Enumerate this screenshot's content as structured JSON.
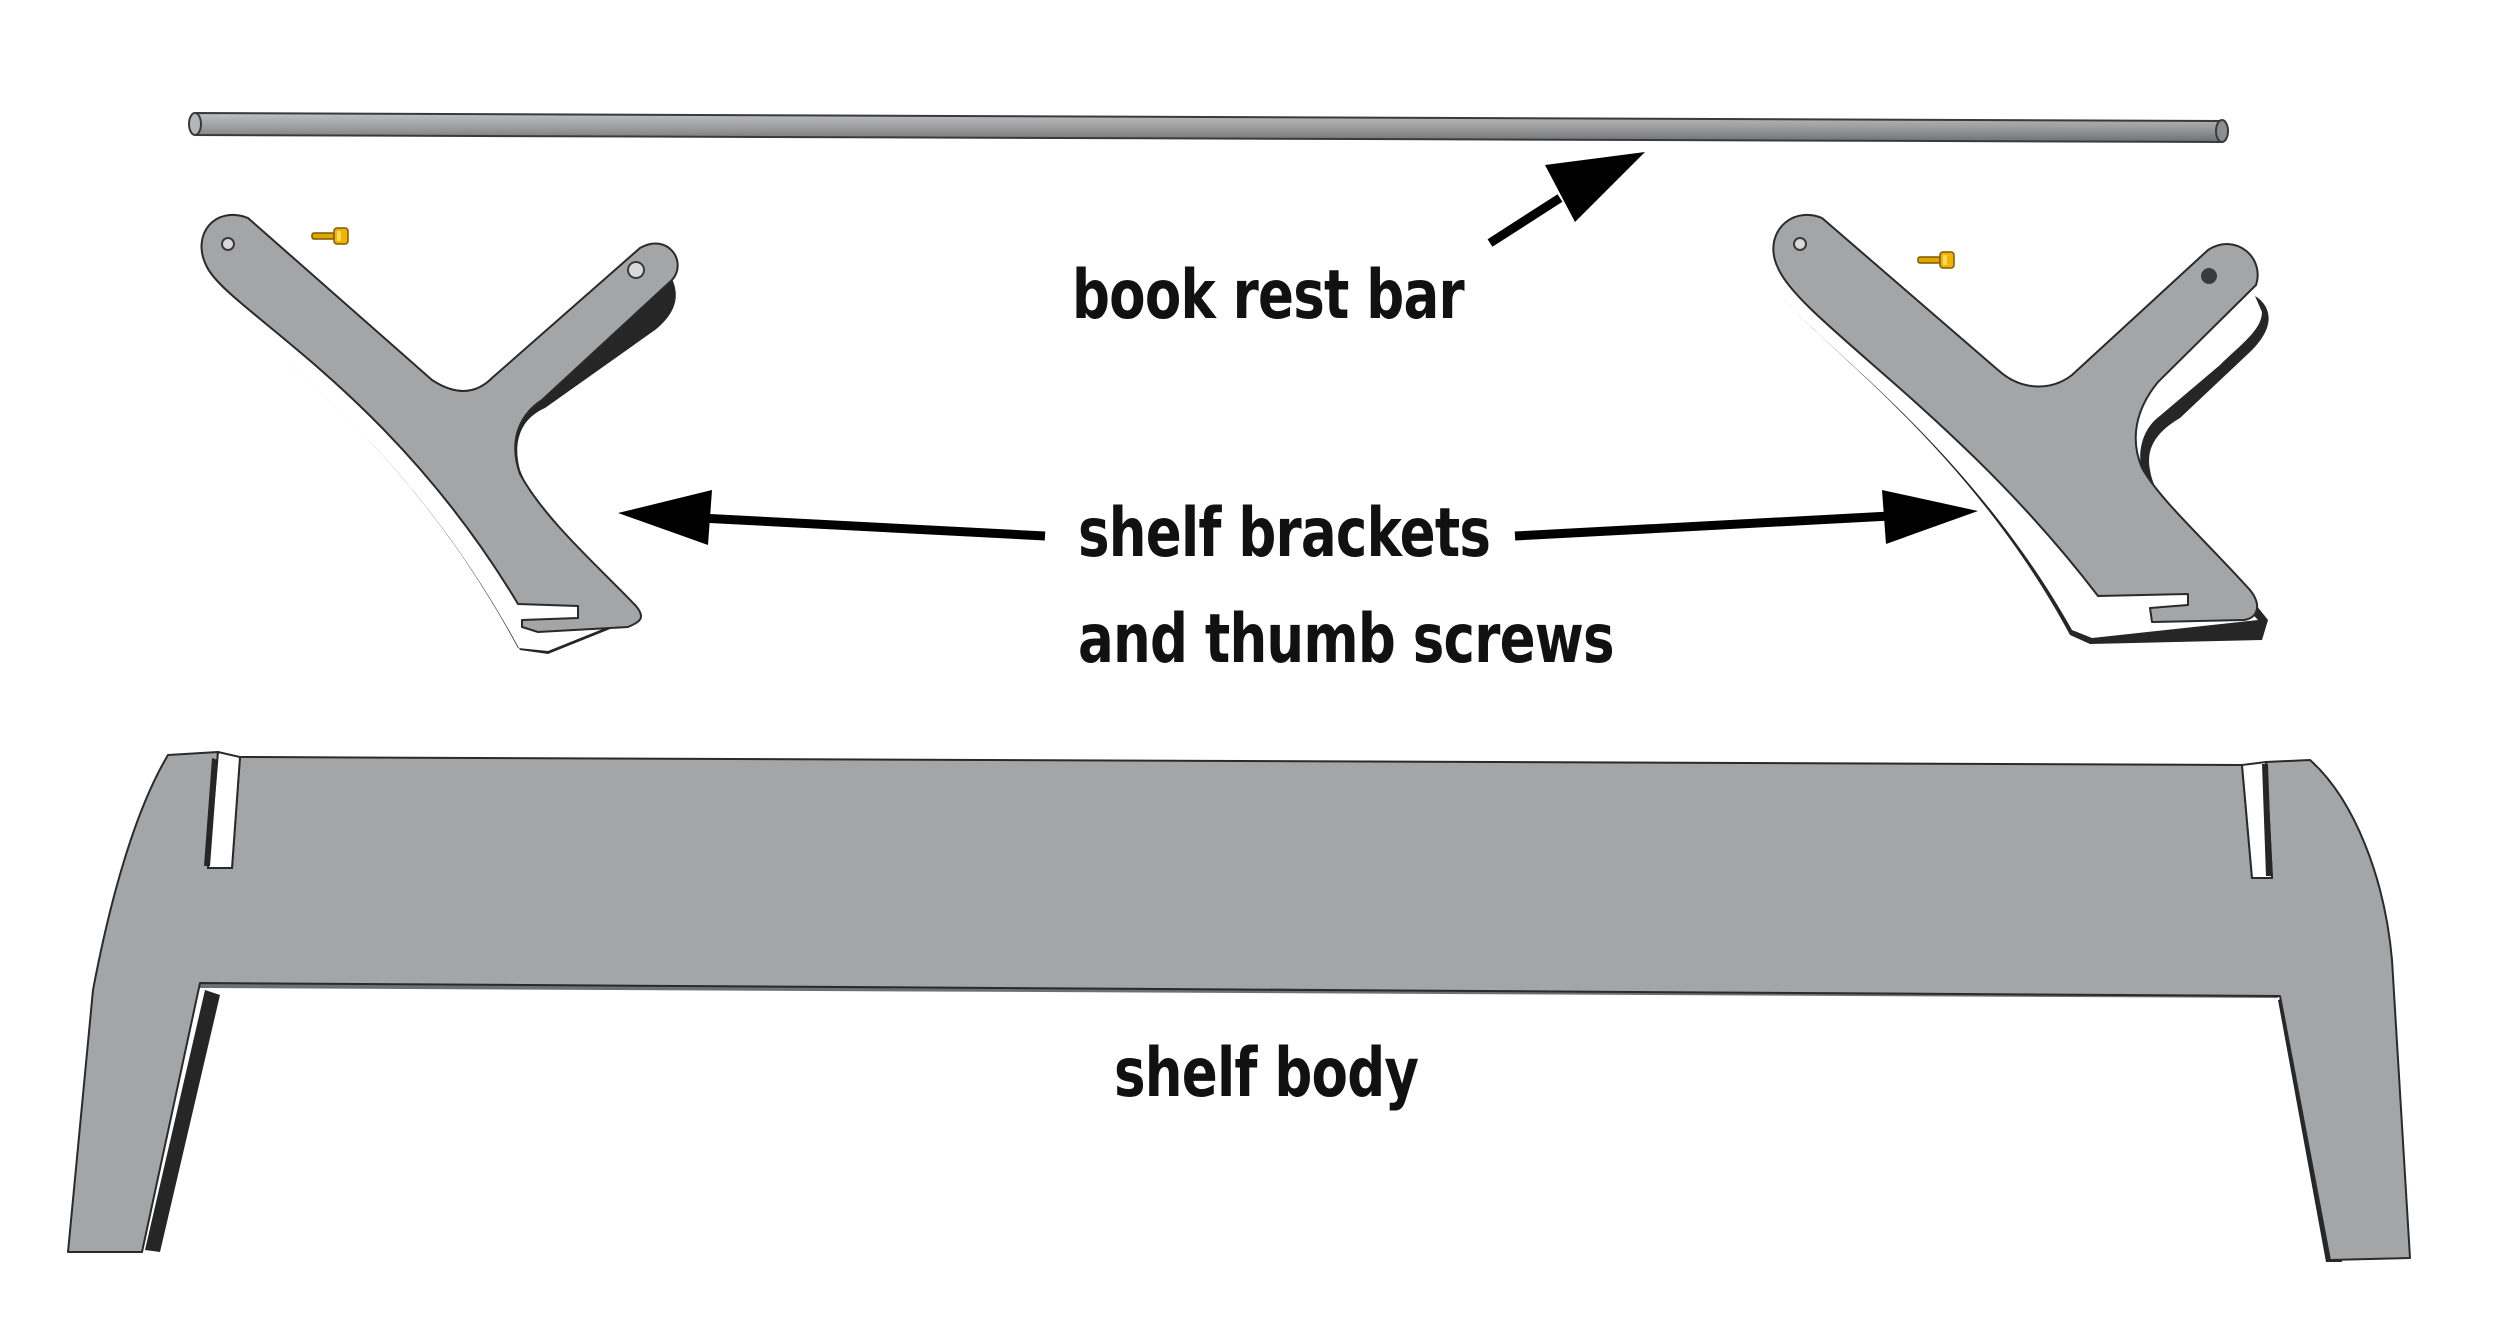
{
  "labels": {
    "book_rest_bar": "book rest bar",
    "shelf_brackets_line1": "shelf brackets",
    "shelf_brackets_line2": "and thumb screws",
    "shelf_body": "shelf body"
  },
  "colors": {
    "part_fill": "#a4a5a7",
    "part_edge": "#2a2a2a",
    "part_shadow": "#262626",
    "rod_fill": "#9c9d9f",
    "screw_fill": "#f2b400",
    "arrow": "#000000",
    "text": "#111111",
    "background": "#ffffff"
  },
  "icons": [
    "thumb-screw-icon",
    "arrow-icon"
  ]
}
